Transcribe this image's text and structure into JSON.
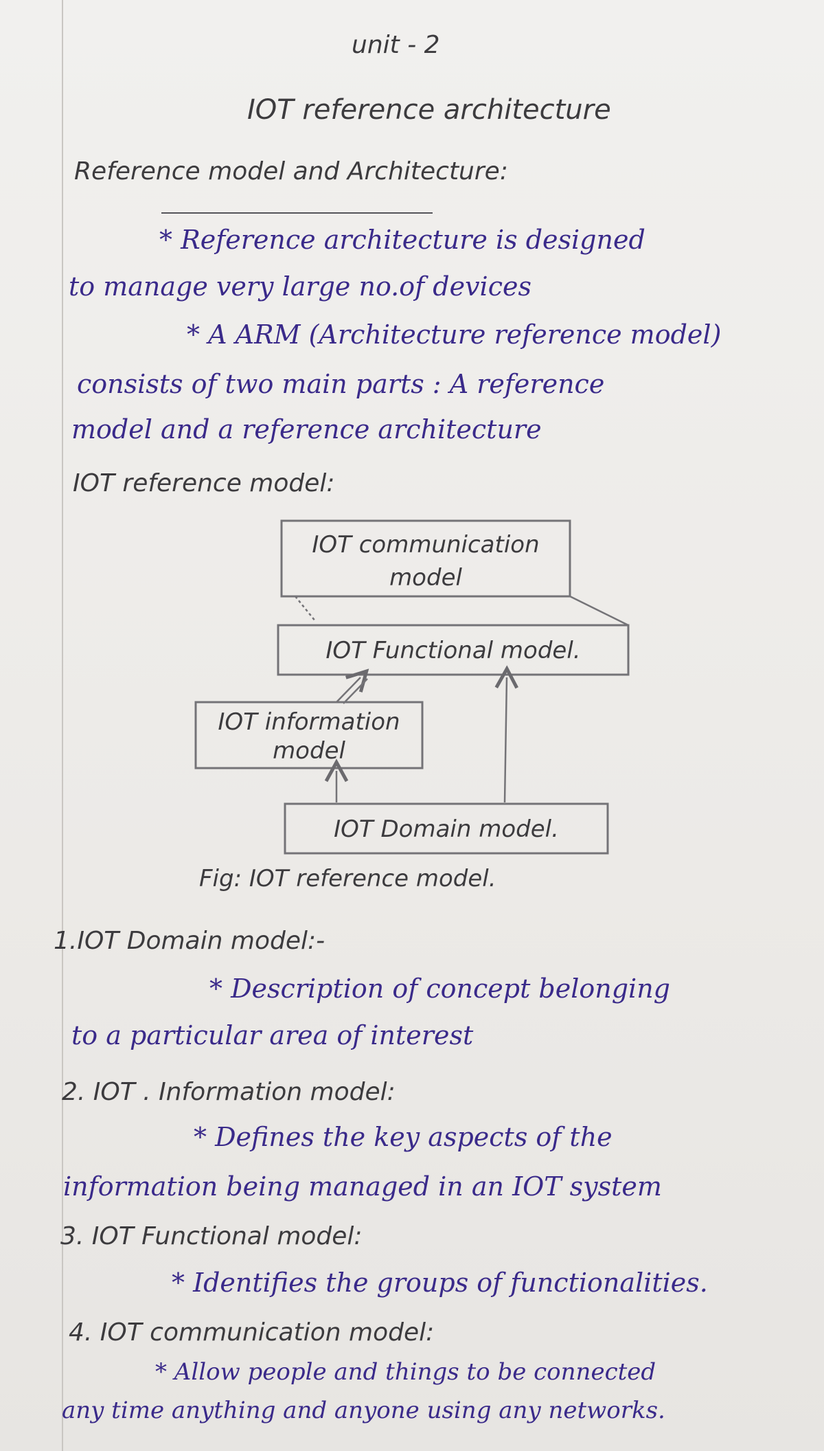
{
  "header": {
    "unit": "unit - 2",
    "title": "IOT reference architecture"
  },
  "section1": {
    "heading": "Reference model and Architecture:",
    "points": [
      [
        "* Reference architecture is designed",
        "to manage very large no.of devices"
      ],
      [
        "* A ARM (Architecture reference model)",
        "consists of two main parts : A reference",
        "model and a reference architecture"
      ]
    ]
  },
  "diagram": {
    "heading": "IOT reference model:",
    "boxes": {
      "communication": [
        "IOT communication",
        "model"
      ],
      "functional": [
        "IOT Functional model."
      ],
      "information": [
        "IOT information",
        "model"
      ],
      "domain": [
        "IOT Domain model."
      ]
    },
    "caption": "Fig: IOT reference model."
  },
  "models": [
    {
      "heading": "1.IOT Domain model:-",
      "lines": [
        "* Description of concept belonging",
        "to a particular area of interest"
      ]
    },
    {
      "heading": "2. IOT . Information model:",
      "lines": [
        "* Defines the key aspects of the",
        "information being managed in an IOT system"
      ]
    },
    {
      "heading": "3. IOT Functional model:",
      "lines": [
        "* Identifies the groups of functionalities."
      ]
    },
    {
      "heading": "4. IOT communication model:",
      "lines": [
        "* Allow people and things to be connected",
        "any time anything and anyone using any networks."
      ]
    }
  ]
}
